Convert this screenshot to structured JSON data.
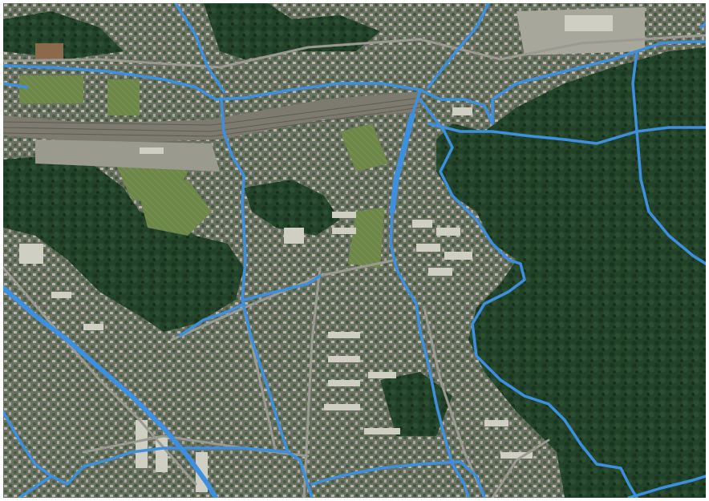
{
  "map": {
    "type": "aerial imagery with route overlay",
    "colors": {
      "forest_dark": "#1b3a1f",
      "forest_mid": "#24452a",
      "forest_light": "#2f5433",
      "urban": "#6f7468",
      "urban_light": "#8a8c80",
      "field": "#6f8a4c",
      "road_gray": "#9a9a92",
      "rail": "#7d7a70",
      "building": "#cfcfc4",
      "route_blue": "#3d8fe0"
    },
    "layers": [
      "forest",
      "urban-areas",
      "fields",
      "roads",
      "railway",
      "buildings",
      "route-network"
    ]
  }
}
